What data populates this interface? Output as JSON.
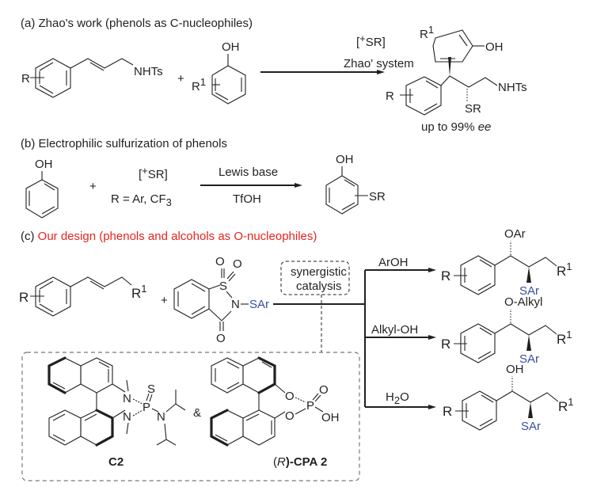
{
  "section_a": {
    "title": "(a) Zhao's work (phenols as C-nucleophiles)",
    "substrate_group": "NHTs",
    "substrate_r": "R",
    "phenol_oh": "OH",
    "phenol_r": "R",
    "phenol_r_sup": "1",
    "plus": "+",
    "reagent": "[",
    "reagent_sup": "+",
    "reagent_tail": "SR]",
    "condition": "Zhao' system",
    "product_r1": "R",
    "product_r1_sup": "1",
    "product_oh": "OH",
    "product_r": "R",
    "product_nhts": "NHTs",
    "product_sr": "SR",
    "ee_prefix": "up to 99% ",
    "ee_italic": "ee"
  },
  "section_b": {
    "title": "(b) Electrophilic sulfurization of phenols",
    "phenol_oh": "OH",
    "plus": "+",
    "reagent": "[",
    "reagent_sup": "+",
    "reagent_tail": "SR]",
    "r_def": "R = Ar, CF",
    "r_def_sub": "3",
    "condition_top": "Lewis base",
    "condition_bottom": "TfOH",
    "product_oh": "OH",
    "product_sr": "SR"
  },
  "section_c": {
    "title_prefix": "(c) ",
    "title_red": "Our design (phenols and alcohols as O-nucleophiles)",
    "substrate_r": "R",
    "substrate_r1": "R",
    "substrate_r1_sup": "1",
    "plus": "+",
    "reagent_o1": "O",
    "reagent_o2": "O",
    "reagent_s": "S",
    "reagent_n": "N",
    "reagent_sar": "SAr",
    "reagent_o3": "O",
    "catalysis_line1": "synergistic",
    "catalysis_line2": "catalysis",
    "branches": [
      {
        "reagent": "ArOH",
        "product_o": "OAr",
        "product_sar": "SAr",
        "product_r": "R",
        "product_r1": "R",
        "product_r1_sup": "1"
      },
      {
        "reagent": "Alkyl-OH",
        "product_o": "O-Alkyl",
        "product_sar": "SAr",
        "product_r": "R",
        "product_r1": "R",
        "product_r1_sup": "1"
      },
      {
        "reagent_main": "H",
        "reagent_sub": "2",
        "reagent_tail": "O",
        "product_o": "OH",
        "product_sar": "SAr",
        "product_r": "R",
        "product_r1": "R",
        "product_r1_sup": "1"
      }
    ],
    "catalyst1": {
      "label": "C2",
      "n1": "N",
      "n2": "N",
      "n3": "N",
      "p": "P",
      "s": "S"
    },
    "ampersand": "&",
    "catalyst2": {
      "label_open": "(",
      "label_italic": "R",
      "label_close": ")-CPA 2",
      "o1": "O",
      "o2": "O",
      "o3": "O",
      "p": "P",
      "oh": "OH"
    }
  },
  "colors": {
    "red": "#e8231f",
    "blue": "#3a4ea0",
    "ink": "#231f20"
  }
}
